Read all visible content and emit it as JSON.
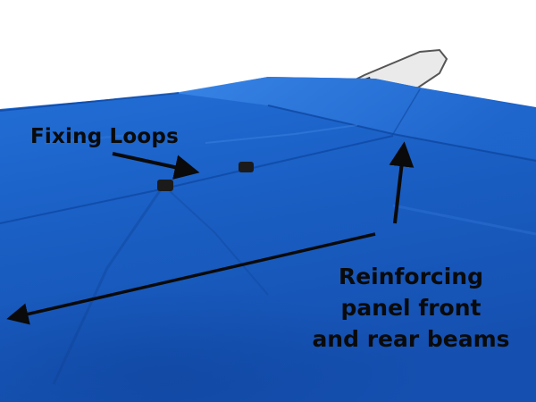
{
  "annotations": {
    "fixing_loops": "Fixing Loops",
    "reinforcing_line1": "Reinforcing",
    "reinforcing_line2": "panel front",
    "reinforcing_line3": "and rear beams"
  },
  "colors": {
    "fabric_main": "#1a5fc4",
    "fabric_dark": "#0c3f95",
    "fabric_light": "#3a82e6",
    "arrow": "#0a0a0a",
    "loop": "#1b1b1b",
    "pole": "#e8e8e8"
  }
}
